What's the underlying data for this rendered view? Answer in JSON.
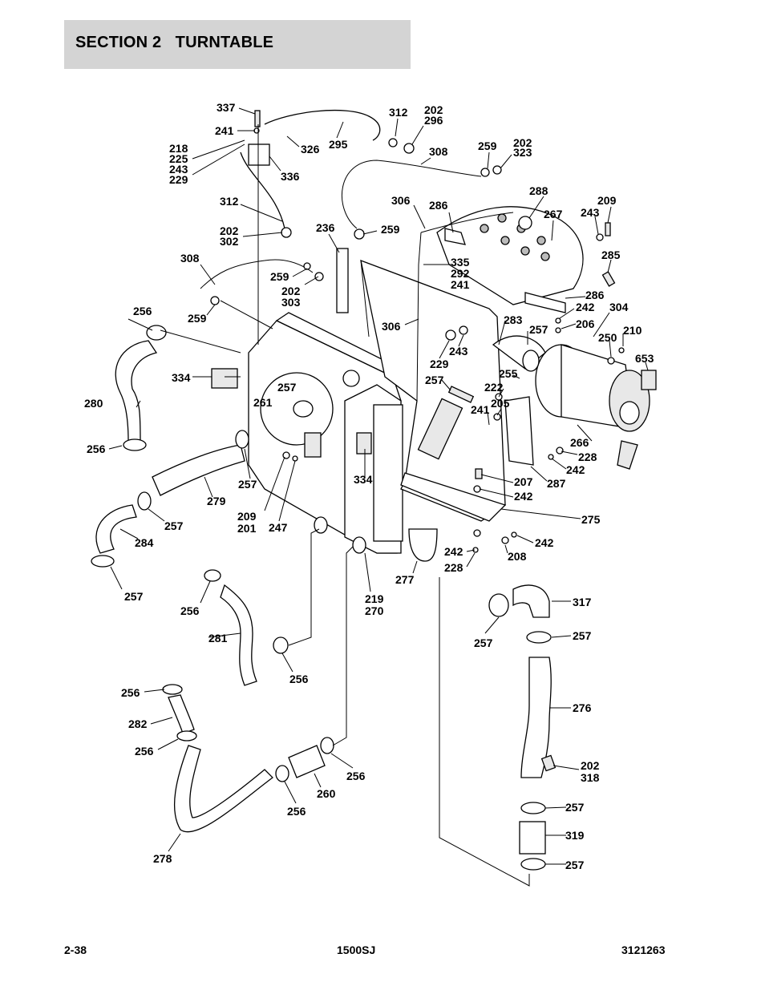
{
  "header": {
    "section": "SECTION 2   TURNTABLE"
  },
  "footer": {
    "page": "2-38",
    "model": "1500SJ",
    "doc_number": "3121263"
  },
  "callouts": [
    "337",
    "241",
    "326",
    "295",
    "312",
    "202",
    "296",
    "218",
    "225",
    "243",
    "229",
    "336",
    "308",
    "259",
    "202",
    "323",
    "312",
    "202",
    "302",
    "306",
    "286",
    "288",
    "209",
    "267",
    "243",
    "236",
    "259",
    "285",
    "308",
    "335",
    "292",
    "241",
    "259",
    "202",
    "303",
    "286",
    "242",
    "304",
    "259",
    "256",
    "283",
    "206",
    "210",
    "306",
    "257",
    "250",
    "243",
    "229",
    "653",
    "334",
    "257",
    "255",
    "222",
    "257",
    "261",
    "241",
    "205",
    "280",
    "266",
    "228",
    "242",
    "287",
    "256",
    "257",
    "207",
    "242",
    "275",
    "334",
    "279",
    "209",
    "201",
    "247",
    "257",
    "284",
    "242",
    "228",
    "208",
    "242",
    "277",
    "219",
    "270",
    "257",
    "256",
    "317",
    "257",
    "257",
    "281",
    "256",
    "276",
    "256",
    "282",
    "256",
    "202",
    "318",
    "256",
    "260",
    "256",
    "257",
    "319",
    "278",
    "257"
  ]
}
